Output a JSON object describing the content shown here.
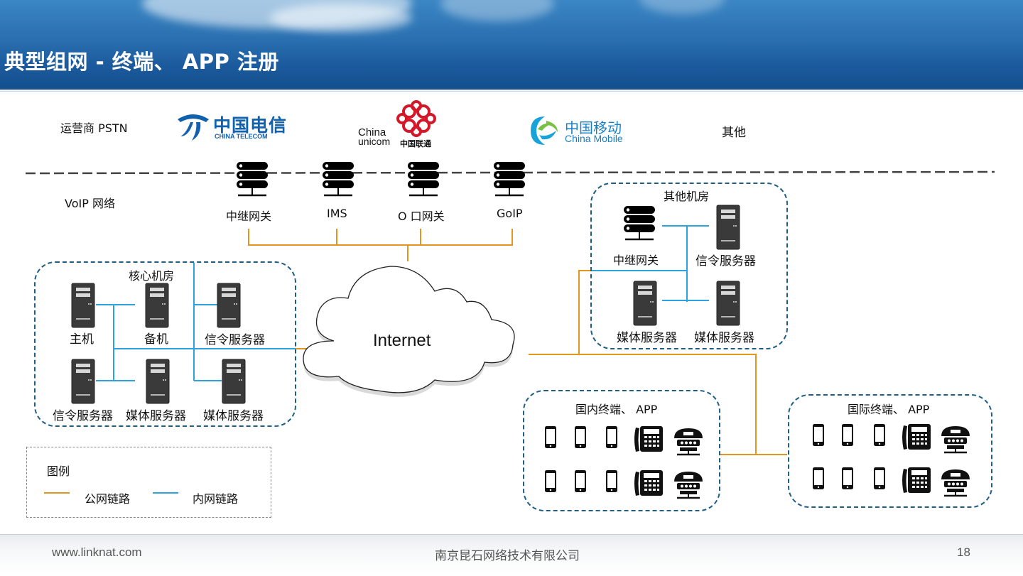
{
  "slide": {
    "title": "典型组网  - 终端、 APP 注册",
    "footer_url": "www.linknat.com",
    "footer_company": "南京昆石网络技术有限公司",
    "page_number": "18"
  },
  "pstn": {
    "label": "运营商 PSTN",
    "other": "其他",
    "telecom_cn": "中国电信",
    "telecom_en": "CHINA TELECOM",
    "unicom_en1": "China",
    "unicom_en2": "unicom",
    "unicom_cn": "中国联通",
    "mobile_cn": "中国移动",
    "mobile_en": "China Mobile"
  },
  "voip": {
    "label": "VoIP 网络",
    "gateways": [
      "中继网关",
      "IMS",
      "O 口网关",
      "GoIP"
    ]
  },
  "core_room": {
    "title": "核心机房",
    "servers": [
      "主机",
      "备机",
      "信令服务器",
      "信令服务器",
      "媒体服务器",
      "媒体服务器"
    ]
  },
  "internet": {
    "label": "Internet"
  },
  "other_room": {
    "title": "其他机房",
    "items": [
      "中继网关",
      "信令服务器",
      "媒体服务器",
      "媒体服务器"
    ]
  },
  "domestic": {
    "title": "国内终端、 APP"
  },
  "international": {
    "title": "国际终端、 APP"
  },
  "legend": {
    "title": "图例",
    "public": "公网链路",
    "internal": "内网链路",
    "public_color": "#e3961f",
    "internal_color": "#2aa3de"
  }
}
